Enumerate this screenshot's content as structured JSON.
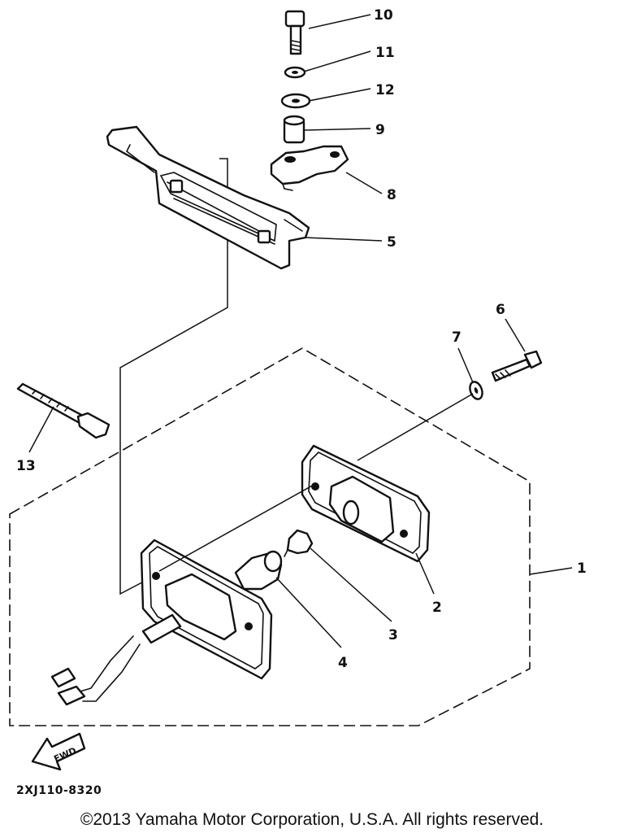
{
  "diagram": {
    "callouts": [
      {
        "id": "10",
        "text": "10"
      },
      {
        "id": "11",
        "text": "11"
      },
      {
        "id": "12",
        "text": "12"
      },
      {
        "id": "9",
        "text": "9"
      },
      {
        "id": "8",
        "text": "8"
      },
      {
        "id": "5",
        "text": "5"
      },
      {
        "id": "6",
        "text": "6"
      },
      {
        "id": "7",
        "text": "7"
      },
      {
        "id": "13",
        "text": "13"
      },
      {
        "id": "1",
        "text": "1"
      },
      {
        "id": "2",
        "text": "2"
      },
      {
        "id": "3",
        "text": "3"
      },
      {
        "id": "4",
        "text": "4"
      }
    ],
    "fwd_label": "FWD",
    "code": "2XJ110-8320"
  },
  "footer": {
    "copyright": "©2013 Yamaha Motor Corporation, U.S.A. All rights reserved."
  }
}
